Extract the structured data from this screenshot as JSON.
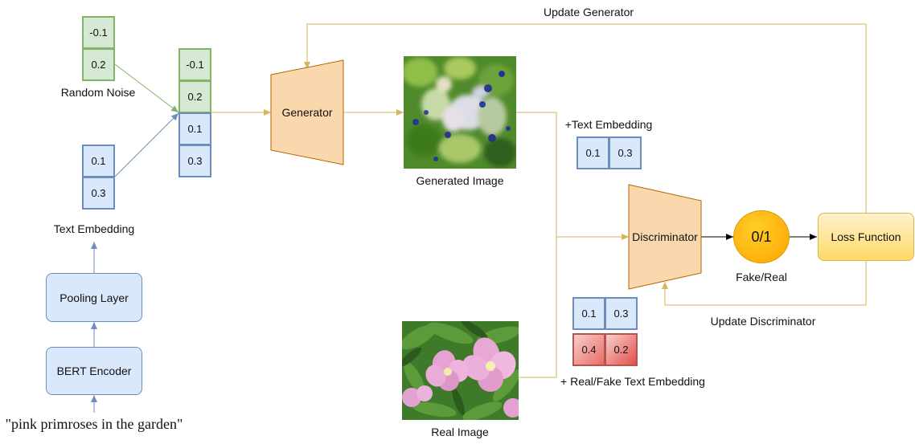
{
  "noise": {
    "values": [
      "-0.1",
      "0.2"
    ],
    "label": "Random Noise"
  },
  "text_embedding": {
    "values": [
      "0.1",
      "0.3"
    ],
    "label": "Text Embedding"
  },
  "combined": {
    "values": [
      "-0.1",
      "0.2",
      "0.1",
      "0.3"
    ]
  },
  "pooling_label": "Pooling Layer",
  "bert_label": "BERT Encoder",
  "input_text": "\"pink primroses in the garden\"",
  "generator_label": "Generator",
  "generated_image_label": "Generated Image",
  "real_image_label": "Real Image",
  "plus_text_embedding": {
    "label": "+Text Embedding",
    "values": [
      "0.1",
      "0.3"
    ]
  },
  "real_fake_embedding": {
    "label": "+ Real/Fake Text Embedding",
    "real_values": [
      "0.1",
      "0.3"
    ],
    "fake_values": [
      "0.4",
      "0.2"
    ]
  },
  "discriminator_label": "Discriminator",
  "output_label": "0/1",
  "fake_real_label": "Fake/Real",
  "loss_label": "Loss Function",
  "update_generator_label": "Update Generator",
  "update_discriminator_label": "Update Discriminator",
  "colors": {
    "gold_line": "#d6b656",
    "blue_line": "#6c8ebf",
    "green_line": "#82b366",
    "generator_fill": "#fad7ac",
    "generator_stroke": "#b46504"
  }
}
